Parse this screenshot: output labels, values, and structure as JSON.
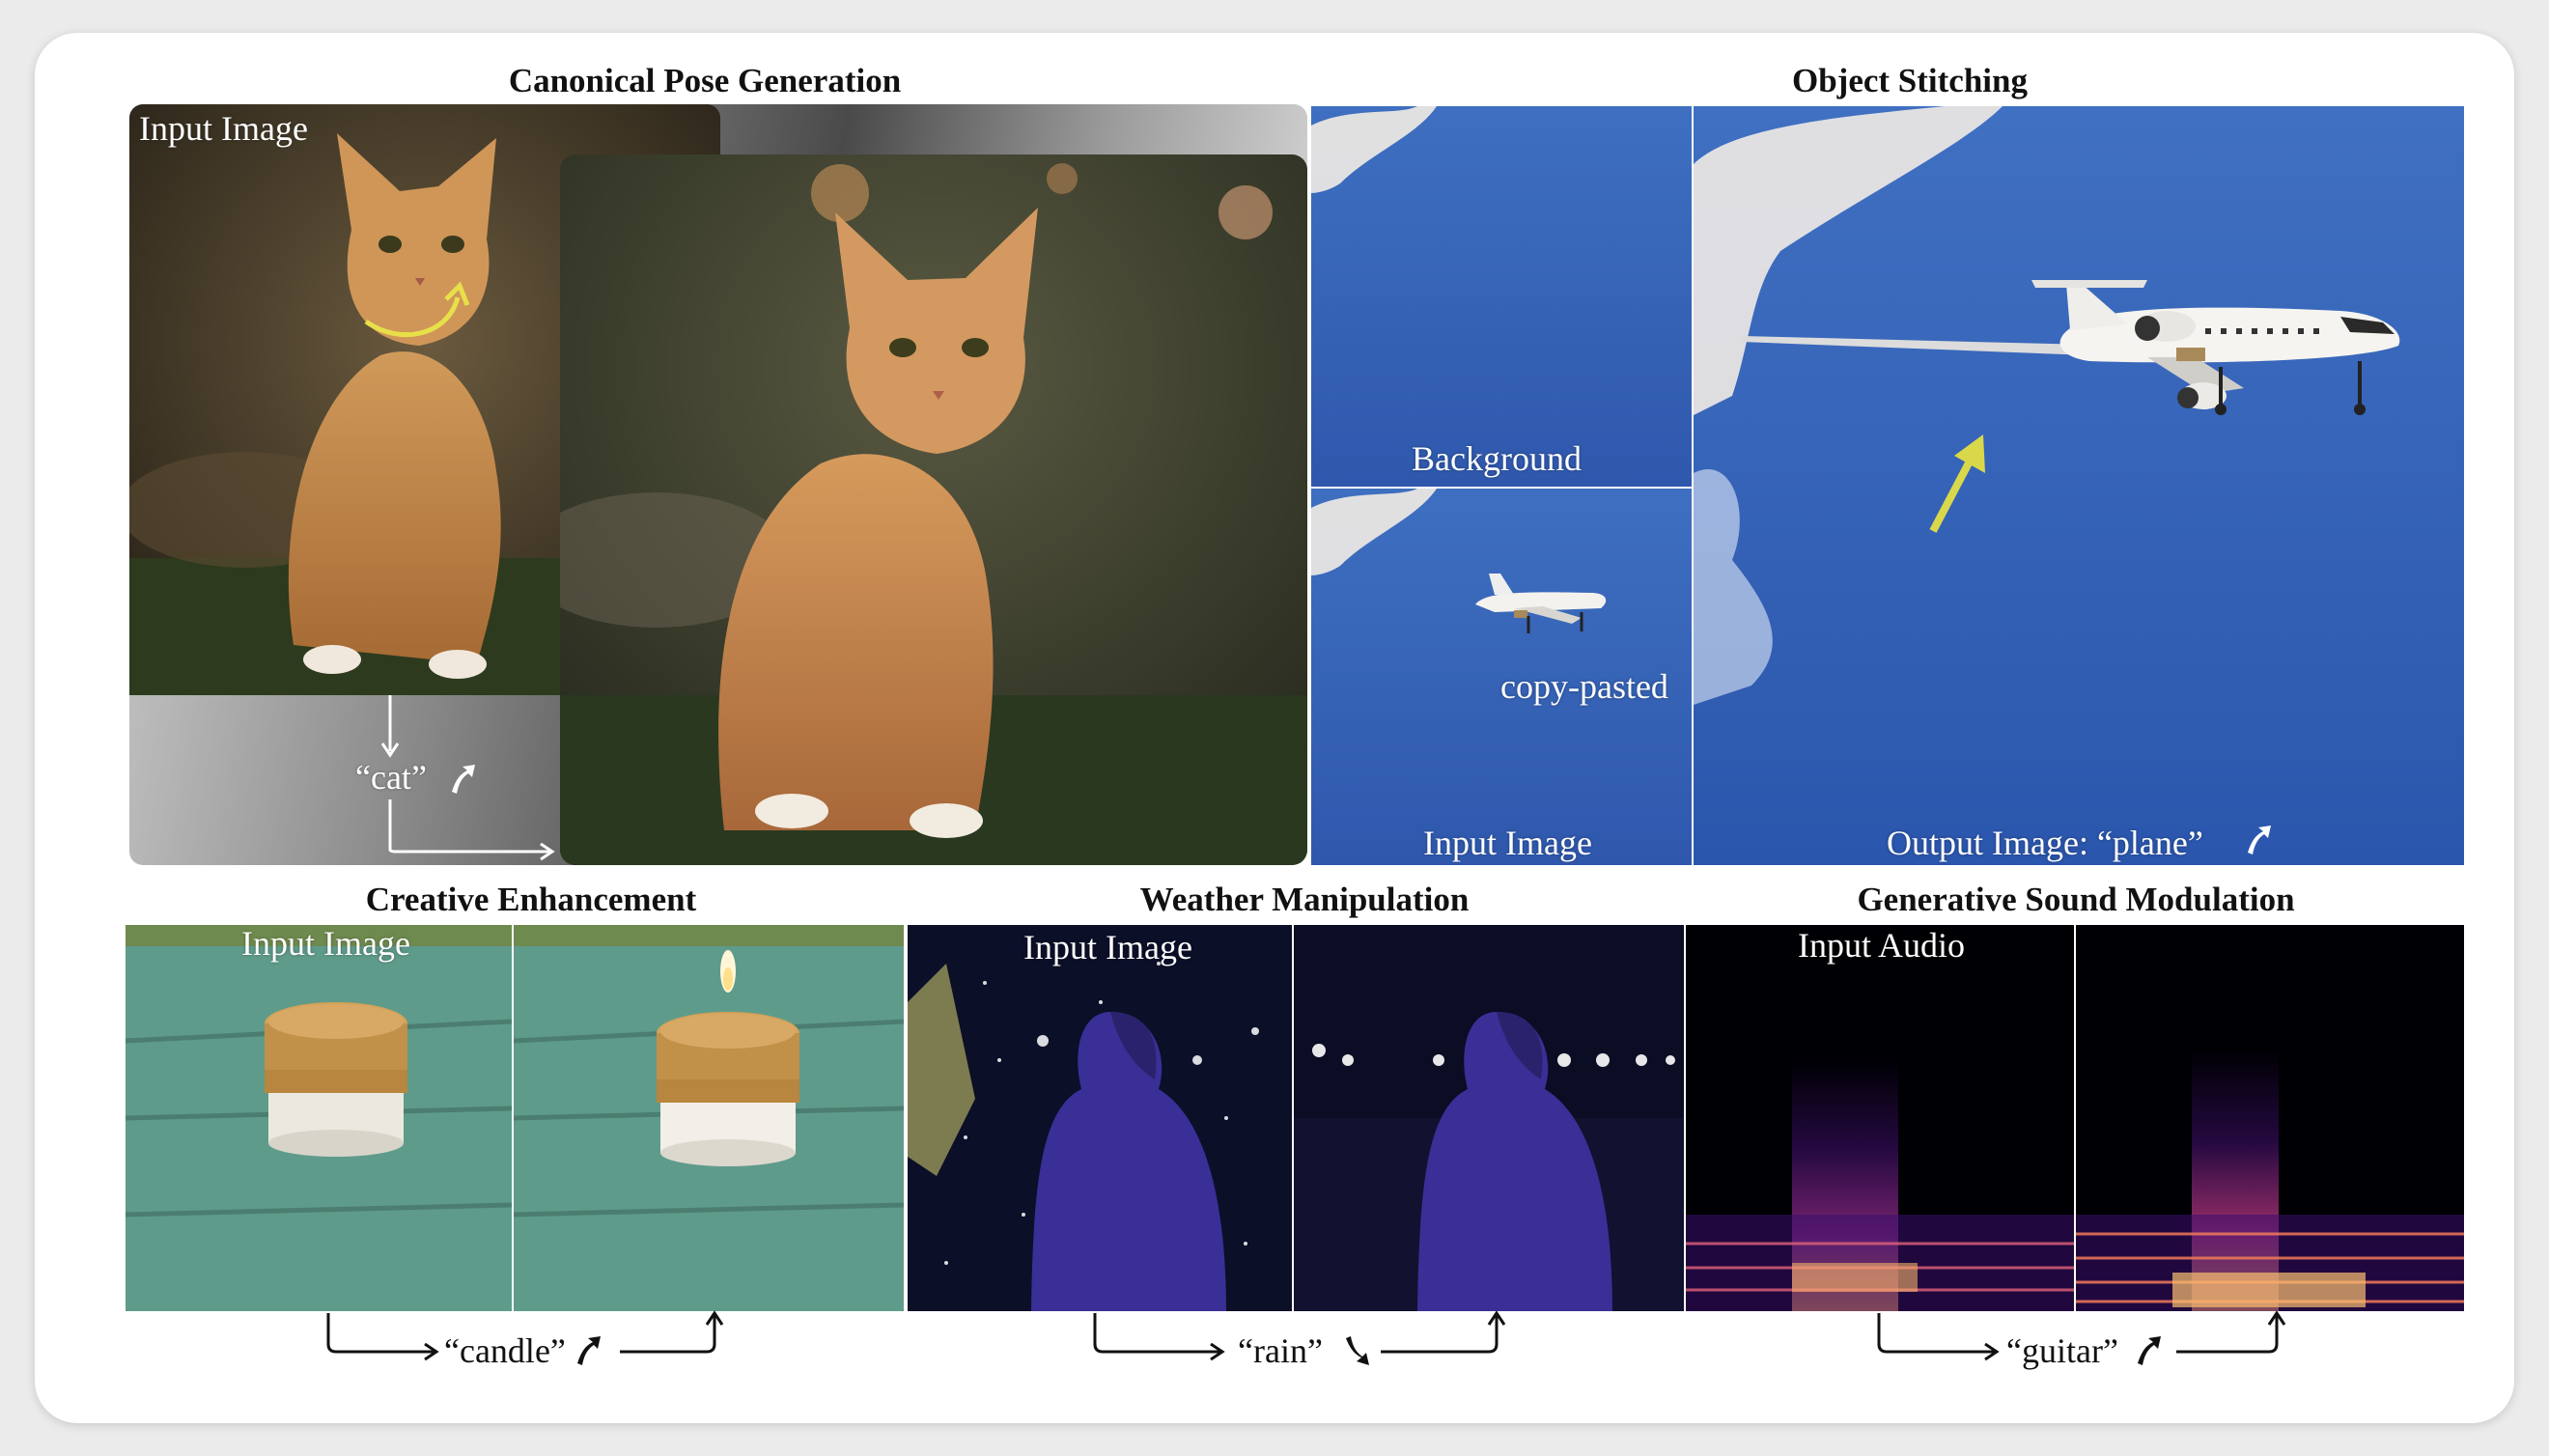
{
  "sections": {
    "canonical_pose": {
      "title": "Canonical Pose Generation",
      "input_label": "Input Image",
      "prompt": "“cat”"
    },
    "object_stitching": {
      "title": "Object Stitching",
      "background_label": "Background",
      "copy_pasted_label": "copy-pasted",
      "input_label": "Input Image",
      "output_label": "Output Image:  “plane”"
    },
    "creative_enhancement": {
      "title": "Creative Enhancement",
      "input_label": "Input Image",
      "prompt": "“candle”"
    },
    "weather_manipulation": {
      "title": "Weather Manipulation",
      "input_label": "Input Image",
      "prompt": "“rain”"
    },
    "sound_modulation": {
      "title": "Generative Sound Modulation",
      "input_label": "Input Audio",
      "prompt": "“guitar”"
    }
  },
  "colors": {
    "annotation_arrow": "#e8e04a",
    "sky": "#3a63b8",
    "table_green": "#5e9a8a",
    "night": "#0b0f2a"
  },
  "icons": [
    "up-arrow-icon",
    "down-arrow-icon",
    "flow-arrow-icon"
  ]
}
